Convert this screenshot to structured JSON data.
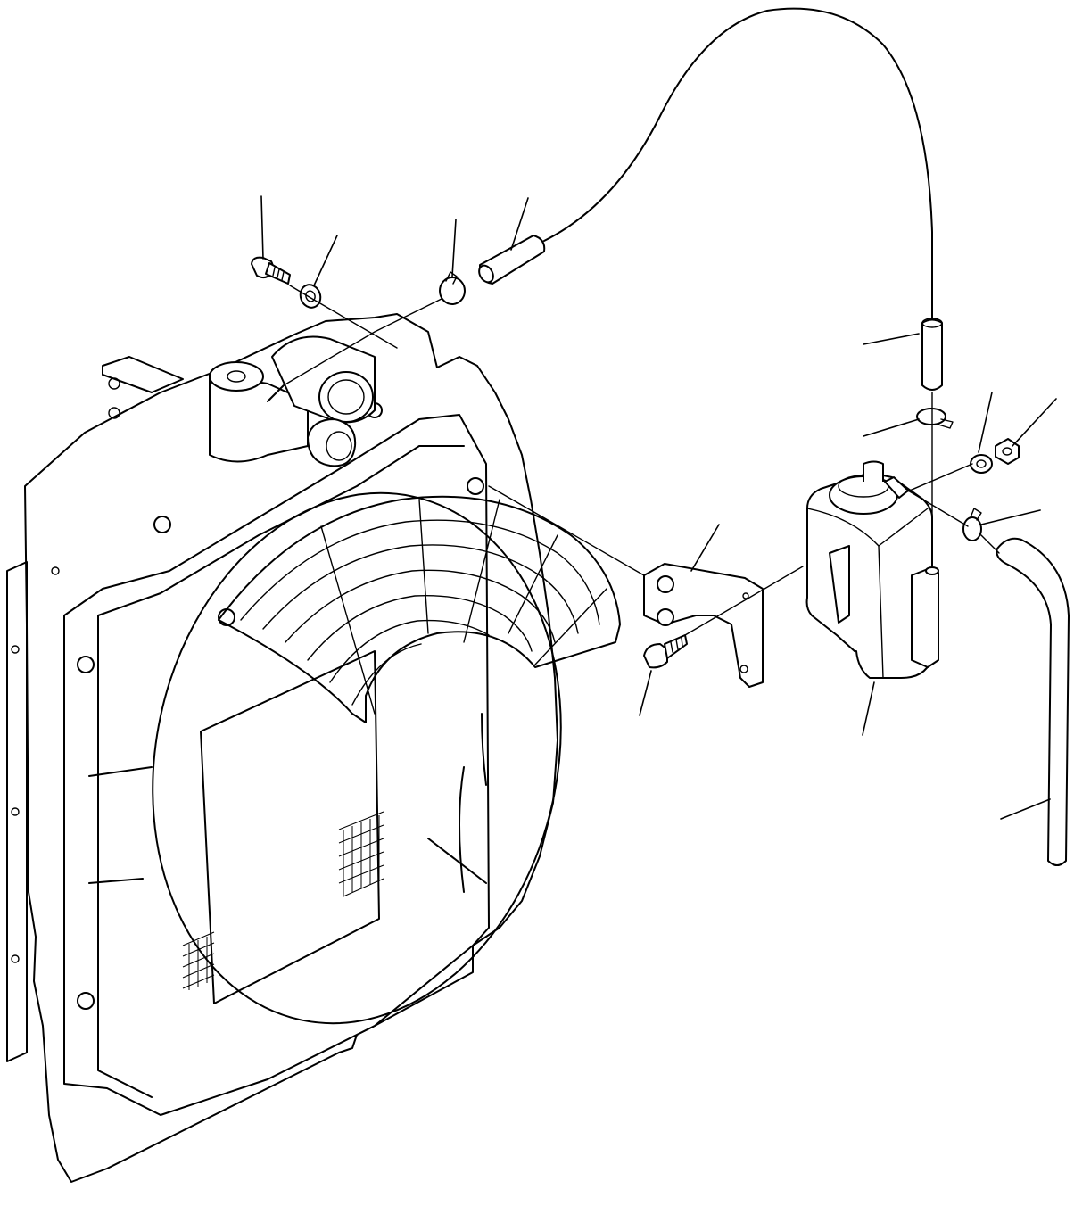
{
  "diagram": {
    "type": "exploded-parts-drawing",
    "parts": [
      {
        "id": "radiator-assembly",
        "icon": "radiator-icon"
      },
      {
        "id": "fan-shroud-guard",
        "icon": "guard-icon"
      },
      {
        "id": "mounting-bolt-top",
        "icon": "bolt-icon"
      },
      {
        "id": "washer-top",
        "icon": "washer-icon"
      },
      {
        "id": "hose-clamp-top",
        "icon": "clamp-icon"
      },
      {
        "id": "hose-sleeve-top",
        "icon": "sleeve-icon"
      },
      {
        "id": "overflow-tube",
        "icon": "tube-icon"
      },
      {
        "id": "hose-sleeve-tank",
        "icon": "sleeve-icon"
      },
      {
        "id": "hose-clamp-tank",
        "icon": "clamp-icon"
      },
      {
        "id": "washer-right",
        "icon": "washer-icon"
      },
      {
        "id": "nut-right",
        "icon": "nut-icon"
      },
      {
        "id": "hose-clamp-drain",
        "icon": "clamp-icon"
      },
      {
        "id": "drain-hose",
        "icon": "hose-icon"
      },
      {
        "id": "tank-bracket",
        "icon": "bracket-icon"
      },
      {
        "id": "bracket-bolt",
        "icon": "bolt-icon"
      },
      {
        "id": "reserve-tank",
        "icon": "tank-icon"
      }
    ]
  }
}
